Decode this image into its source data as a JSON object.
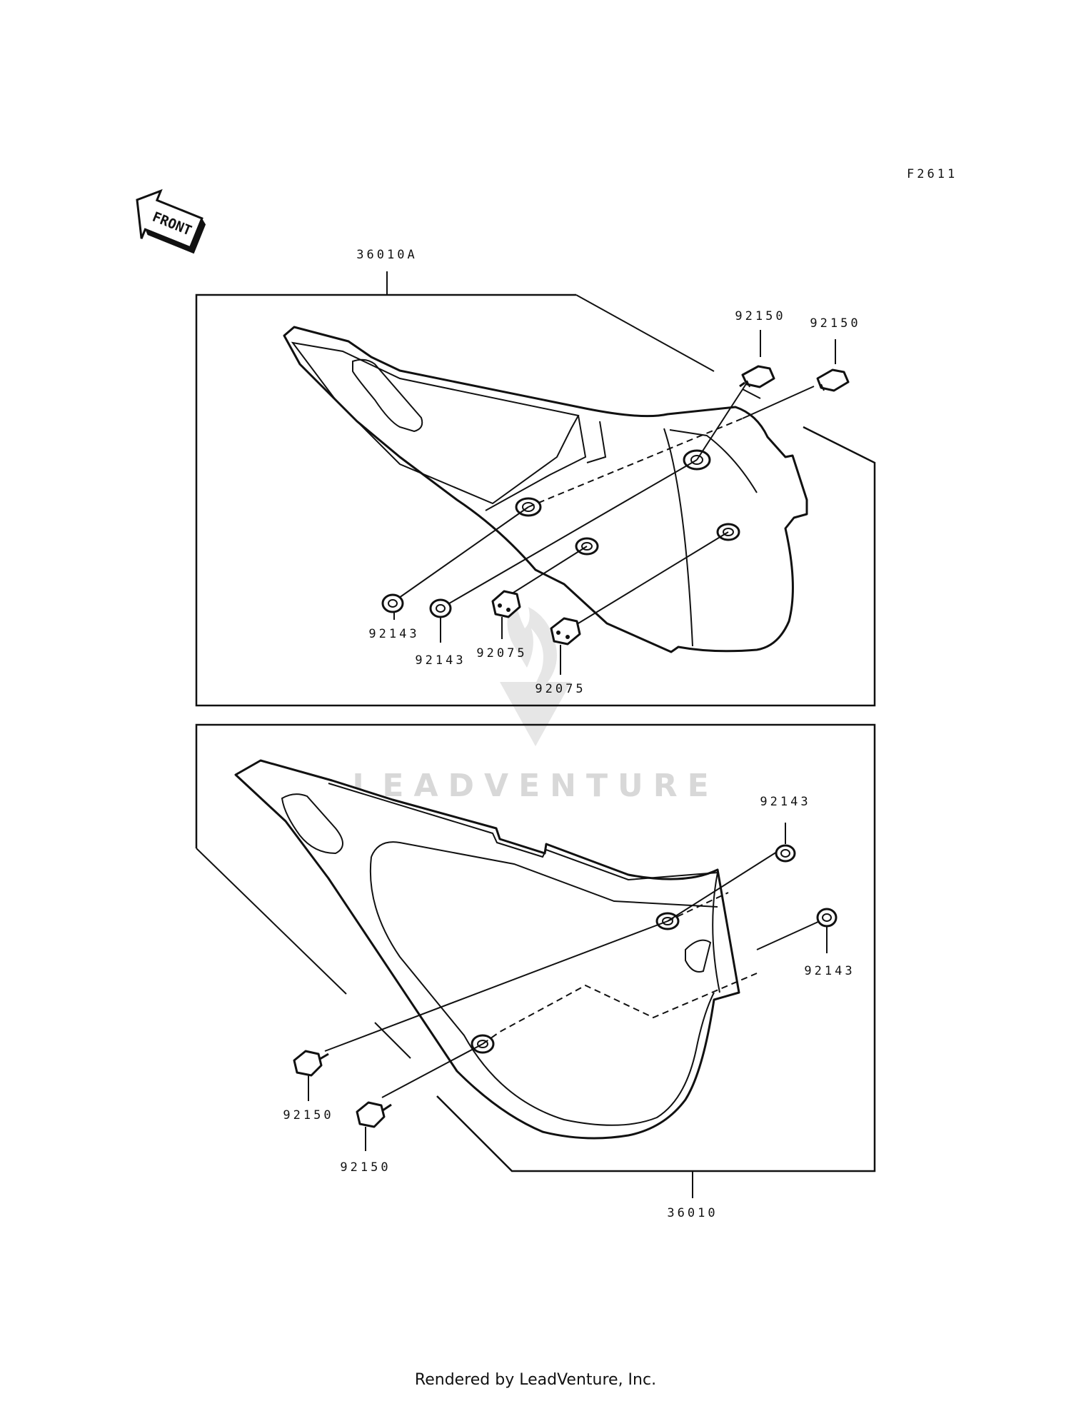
{
  "figure_code": "F2611",
  "direction_label": "FRONT",
  "watermark": "LEADVENTURE",
  "footer": "Rendered by LeadVenture, Inc.",
  "upper_assembly": {
    "assembly_label": "36010A",
    "labels": {
      "bolt_a": "92150",
      "bolt_b": "92150",
      "grommet_a": "92143",
      "grommet_b": "92143",
      "damper_a": "92075",
      "damper_b": "92075"
    }
  },
  "lower_assembly": {
    "assembly_label": "36010",
    "labels": {
      "grommet_a": "92143",
      "grommet_b": "92143",
      "bolt_a": "92150",
      "bolt_b": "92150"
    }
  }
}
